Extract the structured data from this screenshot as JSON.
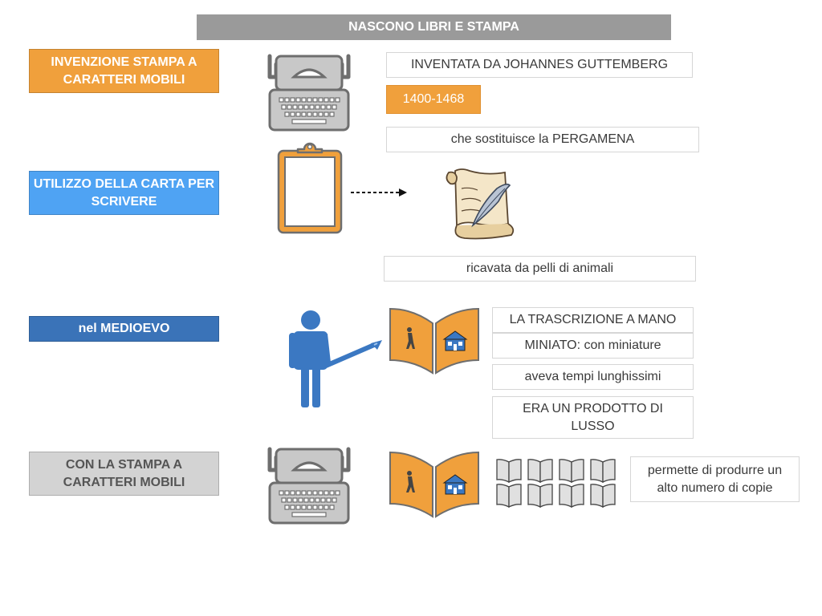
{
  "title": "NASCONO LIBRI E STAMPA",
  "colors": {
    "orange": "#f0a03c",
    "light_blue": "#4fa3f3",
    "dark_blue": "#3a73b8",
    "gray_box": "#d3d3d3",
    "figure_blue": "#3b78c2"
  },
  "left_boxes": [
    {
      "text": "INVENZIONE STAMPA A CARATTERI MOBILI"
    },
    {
      "text": "UTILIZZO DELLA CARTA PER SCRIVERE"
    },
    {
      "text": "nel MEDIOEVO"
    },
    {
      "text": "CON LA STAMPA A CARATTERI MOBILI"
    }
  ],
  "info_boxes": [
    {
      "text": "INVENTATA DA JOHANNES GUTTEMBERG"
    },
    {
      "text": "1400-1468"
    },
    {
      "text": "che sostituisce la PERGAMENA"
    },
    {
      "text": "ricavata da pelli di animali"
    },
    {
      "text": "LA TRASCRIZIONE A MANO"
    },
    {
      "text": "MINIATO: con miniature"
    },
    {
      "text": "aveva tempi lunghissimi"
    },
    {
      "text": "ERA UN PRODOTTO DI LUSSO"
    },
    {
      "text": "permette di produrre un alto numero di copie"
    }
  ],
  "icons": [
    "typewriter-icon",
    "clipboard-icon",
    "dashed-arrow-icon",
    "parchment-quill-icon",
    "person-pointer-icon",
    "open-book-icon",
    "book-stack-icon"
  ]
}
